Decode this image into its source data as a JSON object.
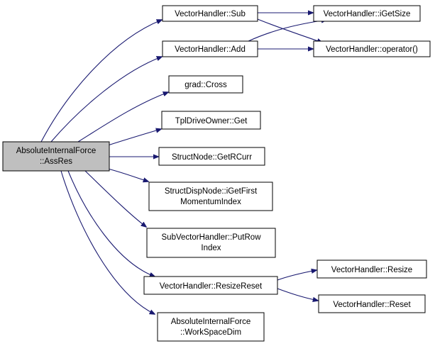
{
  "nodes": {
    "root": [
      "AbsoluteInternalForce",
      "::AssRes"
    ],
    "sub": [
      "VectorHandler::Sub"
    ],
    "add": [
      "VectorHandler::Add"
    ],
    "igetsize": [
      "VectorHandler::iGetSize"
    ],
    "operator": [
      "VectorHandler::operator()"
    ],
    "cross": [
      "grad::Cross"
    ],
    "tplget": [
      "TplDriveOwner::Get"
    ],
    "getrcurr": [
      "StructNode::GetRCurr"
    ],
    "igetfirst": [
      "StructDispNode::iGetFirst",
      "MomentumIndex"
    ],
    "putrow": [
      "SubVectorHandler::PutRow",
      "Index"
    ],
    "resizereset": [
      "VectorHandler::ResizeReset"
    ],
    "resize": [
      "VectorHandler::Resize"
    ],
    "reset": [
      "VectorHandler::Reset"
    ],
    "workspacedim": [
      "AbsoluteInternalForce",
      "::WorkSpaceDim"
    ]
  },
  "colors": {
    "edge": "#191970",
    "root_fill": "#bfbfbf",
    "node_fill": "#ffffff",
    "border": "#000000"
  }
}
